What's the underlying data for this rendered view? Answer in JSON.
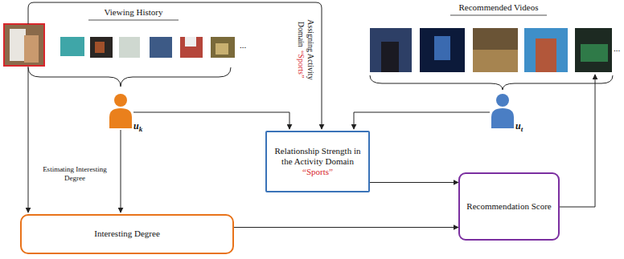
{
  "diagram": {
    "nodes": [
      {
        "text": [
          "Relationship Strength in the Activity Domain",
          "“Sports”"
        ]
      },
      {
        "text": [
          "Recommendation Score"
        ]
      },
      {
        "text": [
          "Interesting Degree"
        ]
      }
    ],
    "edges": [
      {
        "from": 0,
        "to": 1,
        "arrow": "to"
      },
      {
        "from": 2,
        "to": 1,
        "arrow": "to"
      }
    ],
    "labels": [
      "Viewing History",
      "...",
      "Recommended Videos",
      "...",
      "Assigning Activity",
      "Domain",
      "“Sports”",
      "u",
      "k",
      "u",
      "t",
      "Estimating Interesting Degree"
    ]
  }
}
